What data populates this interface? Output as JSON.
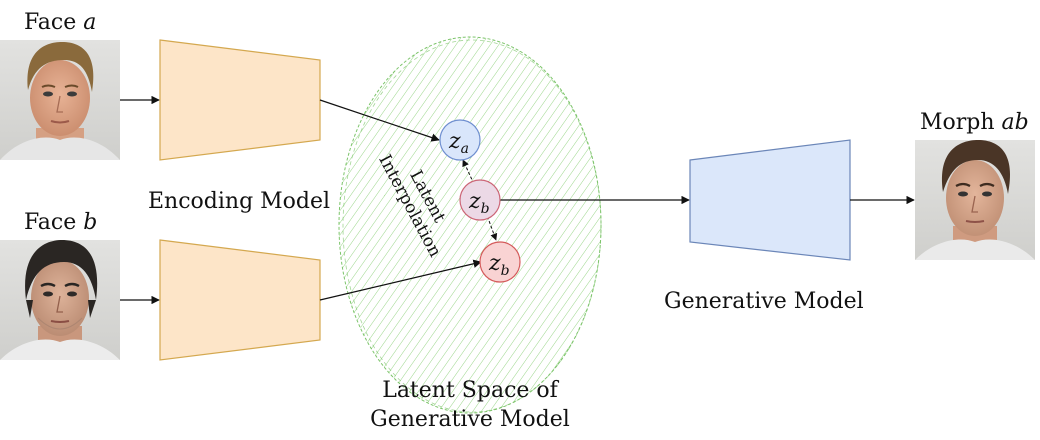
{
  "inputs": {
    "face_a": {
      "prefix": "Face",
      "var": "a"
    },
    "face_b": {
      "prefix": "Face",
      "var": "b"
    }
  },
  "output": {
    "prefix": "Morph",
    "var": "ab"
  },
  "encoder": {
    "label": "Encoding Model",
    "color_fill": "#fde5c8",
    "color_stroke": "#d4a84f"
  },
  "generator": {
    "label": "Generative Model",
    "color_fill": "#dbe7fa",
    "color_stroke": "#6b86b8"
  },
  "latent_space": {
    "label_line1": "Latent Space of",
    "label_line2": "Generative Model",
    "hatch_color": "#7cc46a"
  },
  "interpolation": {
    "line1": "Latent",
    "line2": "Interpolation"
  },
  "latent_codes": {
    "z_a": {
      "base": "z",
      "sub": "a",
      "fill": "#d9e6fb",
      "stroke": "#6f8fd0"
    },
    "z_b": {
      "base": "z",
      "sub": "b",
      "fill": "#f9d3d3",
      "stroke": "#d45a5a"
    },
    "z_mix": {
      "base": "z",
      "sub": "b",
      "fill": "#ecd9e6",
      "stroke": "#cc6677"
    }
  },
  "icons": {
    "face_a": "young-man-face-photo",
    "face_b": "dark-haired-man-face-photo",
    "morph": "morphed-face-photo"
  }
}
